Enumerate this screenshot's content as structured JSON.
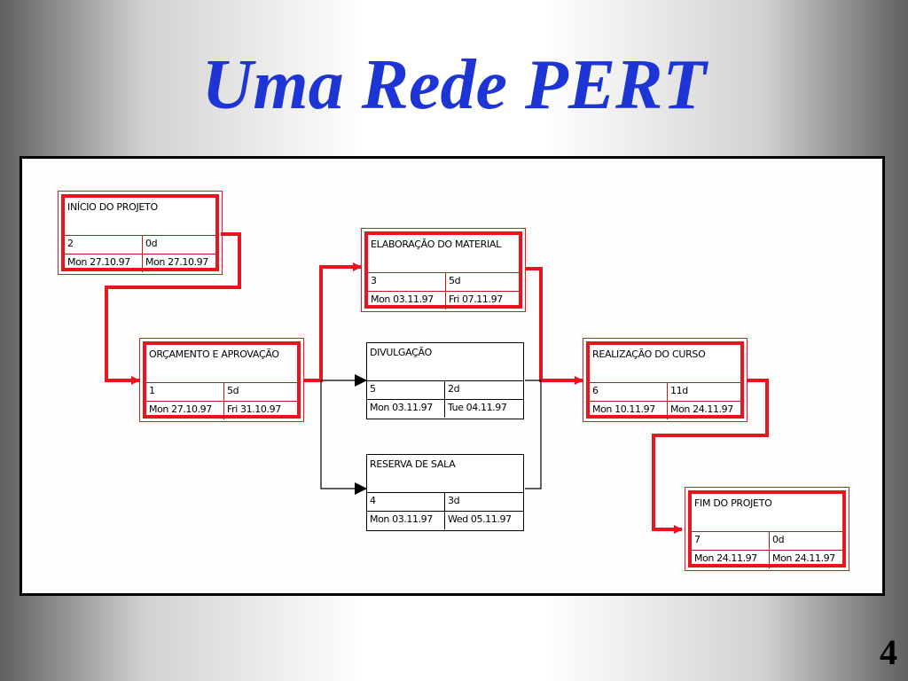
{
  "slide": {
    "title": "Uma Rede PERT",
    "number": "4"
  },
  "colors": {
    "title": "#1c35d4",
    "critical": "#e8141e",
    "link": "#000000"
  },
  "tasks": [
    {
      "key": "inicio",
      "name": "INÍCIO DO PROJETO",
      "id": "2",
      "duration": "0d",
      "start": "Mon 27.10.97",
      "finish": "Mon 27.10.97",
      "critical": true
    },
    {
      "key": "orcamento",
      "name": "ORÇAMENTO E APROVAÇÃO",
      "id": "1",
      "duration": "5d",
      "start": "Mon 27.10.97",
      "finish": "Fri 31.10.97",
      "critical": true
    },
    {
      "key": "elaboracao",
      "name": "ELABORAÇÃO DO MATERIAL",
      "id": "3",
      "duration": "5d",
      "start": "Mon 03.11.97",
      "finish": "Fri 07.11.97",
      "critical": true
    },
    {
      "key": "divulgacao",
      "name": "DIVULGAÇÃO",
      "id": "5",
      "duration": "2d",
      "start": "Mon 03.11.97",
      "finish": "Tue 04.11.97",
      "critical": false
    },
    {
      "key": "reserva",
      "name": "RESERVA DE SALA",
      "id": "4",
      "duration": "3d",
      "start": "Mon 03.11.97",
      "finish": "Wed 05.11.97",
      "critical": false
    },
    {
      "key": "realizacao",
      "name": "REALIZAÇÃO DO CURSO",
      "id": "6",
      "duration": "11d",
      "start": "Mon 10.11.97",
      "finish": "Mon 24.11.97",
      "critical": true
    },
    {
      "key": "fim",
      "name": "FIM DO PROJETO",
      "id": "7",
      "duration": "0d",
      "start": "Mon 24.11.97",
      "finish": "Mon 24.11.97",
      "critical": true
    }
  ]
}
